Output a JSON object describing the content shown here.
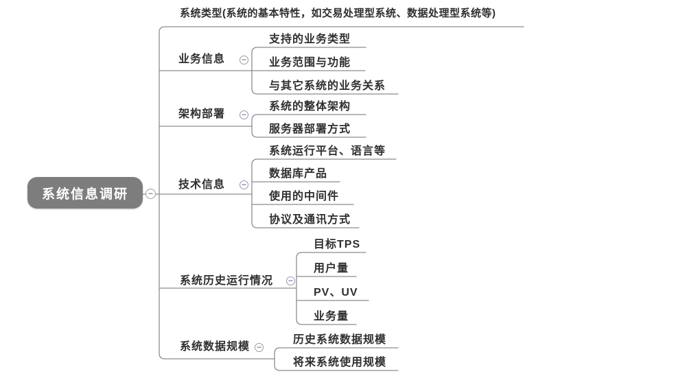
{
  "mindmap": {
    "root": {
      "label": "系统信息调研"
    },
    "branches": [
      {
        "label": "系统类型(系统的基本特性，如交易处理型系统、数据处理型系统等)",
        "children": []
      },
      {
        "label": "业务信息",
        "children": [
          {
            "label": "支持的业务类型"
          },
          {
            "label": "业务范围与功能"
          },
          {
            "label": "与其它系统的业务关系"
          }
        ]
      },
      {
        "label": "架构部署",
        "children": [
          {
            "label": "系统的整体架构"
          },
          {
            "label": "服务器部署方式"
          }
        ]
      },
      {
        "label": "技术信息",
        "children": [
          {
            "label": "系统运行平台、语言等"
          },
          {
            "label": "数据库产品"
          },
          {
            "label": "使用的中间件"
          },
          {
            "label": "协议及通讯方式"
          }
        ]
      },
      {
        "label": "系统历史运行情况",
        "children": [
          {
            "label": "目标TPS"
          },
          {
            "label": "用户量"
          },
          {
            "label": "PV、UV"
          },
          {
            "label": "业务量"
          }
        ]
      },
      {
        "label": "系统数据规模",
        "children": [
          {
            "label": "历史系统数据规模"
          },
          {
            "label": "将来系统使用规模"
          }
        ]
      }
    ],
    "collapse_icon": "−",
    "colors": {
      "line": "#8c8c8c",
      "root_fill": "#7d7d7d",
      "root_text": "#ffffff",
      "topic_text": "#2f2f2f",
      "collapse_minus": "#7d88c4",
      "collapse_border": "#9a9a9a"
    }
  }
}
